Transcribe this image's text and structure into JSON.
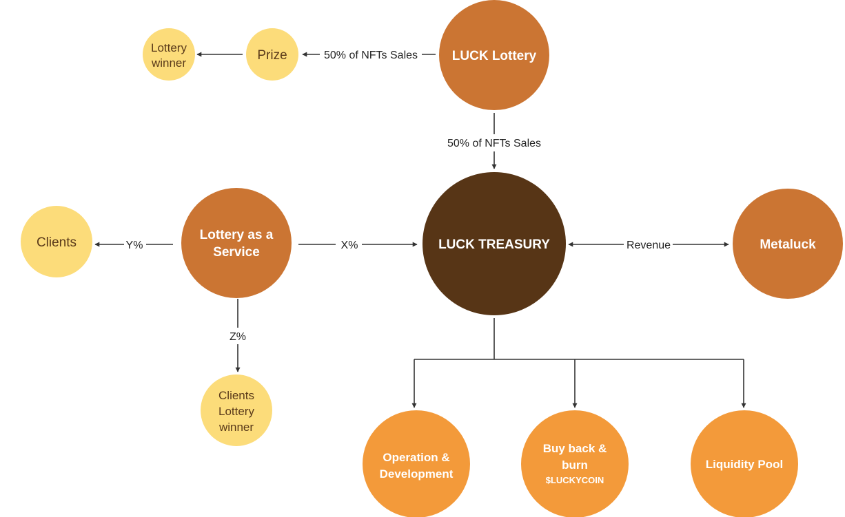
{
  "colors": {
    "pale_yellow": "#FCDC7A",
    "copper": "#CB7533",
    "orange": "#F39A3A",
    "dark_brown": "#573516",
    "arrow": "#333333",
    "white_text": "#FFFFFF",
    "dark_text": "#5A3A1A"
  },
  "nodes": {
    "lottery_winner": {
      "line1": "Lottery",
      "line2": "winner"
    },
    "prize": {
      "text": "Prize"
    },
    "luck_lottery": {
      "text": "LUCK Lottery"
    },
    "clients": {
      "text": "Clients"
    },
    "laas": {
      "line1": "Lottery as a",
      "line2": "Service"
    },
    "treasury": {
      "text": "LUCK TREASURY"
    },
    "metaluck": {
      "text": "Metaluck"
    },
    "clients_lottery_winner": {
      "line1": "Clients",
      "line2": "Lottery",
      "line3": "winner"
    },
    "operation": {
      "line1": "Operation &",
      "line2": "Development"
    },
    "buyback": {
      "line1": "Buy back &",
      "line2": "burn",
      "line3": "$LUCKYCOIN"
    },
    "liquidity": {
      "text": "Liquidity Pool"
    }
  },
  "edges": {
    "lottery_to_prize": "50% of NFTs Sales",
    "lottery_to_treasury": "50% of NFTs Sales",
    "laas_to_clients": "Y%",
    "laas_to_treasury": "X%",
    "treasury_metaluck": "Revenue",
    "laas_to_clients_winner": "Z%"
  }
}
